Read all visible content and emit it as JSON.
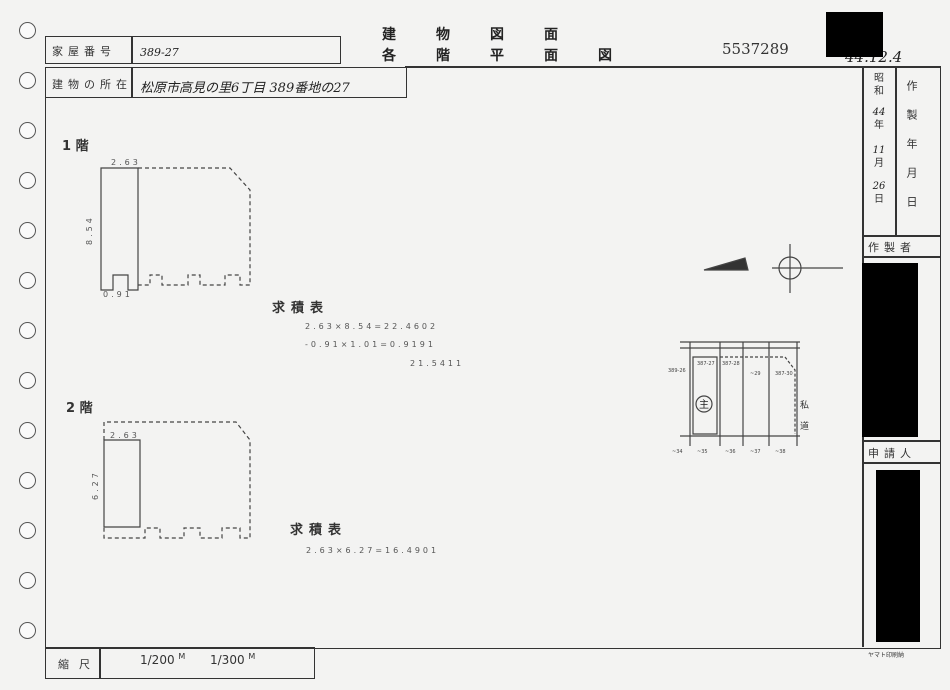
{
  "header": {
    "title_line1": "建物図面",
    "title_line2": "各階平面図",
    "document_number": "5537289",
    "stamp_date": "44.12.4"
  },
  "info": {
    "house_number_label": "家屋番号",
    "house_number_value": "389-27",
    "location_label": "建物の所在",
    "location_value": "松原市高見の里6丁目 389番地の27"
  },
  "side_panel": {
    "era_label": "昭和",
    "year": "44",
    "year_unit": "年",
    "month": "11",
    "month_unit": "月",
    "day": "26",
    "day_unit": "日",
    "created_date_label": "作製年月日",
    "creator_label": "作製者",
    "applicant_label": "申請人"
  },
  "floor1": {
    "label": "1 階",
    "width": "2.63",
    "depth": "8.54",
    "notch": "0.91",
    "calc_title": "求積表",
    "calc_lines": [
      "2.63×8.54=22.4602",
      "-0.91×1.01=0.9191",
      "21.5411"
    ]
  },
  "floor2": {
    "label": "2 階",
    "width": "2.63",
    "depth": "6.27",
    "calc_title": "求積表",
    "calc_lines": [
      "2.63×6.27=16.4901"
    ]
  },
  "site_plan": {
    "lots": [
      "387-27",
      "387-28",
      "~29",
      "387-30"
    ],
    "adjacent_left": "389-26",
    "bottom_lots": [
      "~34",
      "~35",
      "~36",
      "~37",
      "~38"
    ],
    "main_mark": "主",
    "road_label": "私道"
  },
  "scale": {
    "label": "縮尺",
    "values": [
      "1/200",
      "1/300"
    ],
    "unit": "M"
  },
  "printer": "ヤマト印刷納"
}
